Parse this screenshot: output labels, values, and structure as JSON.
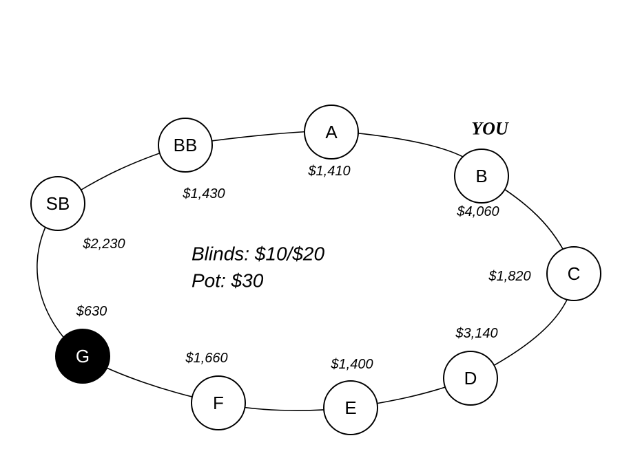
{
  "table": {
    "blinds_text": "Blinds: $10/$20",
    "pot_text": "Pot: $30",
    "you_label": "YOU"
  },
  "seats": [
    {
      "id": "A",
      "label": "A",
      "stack": "$1,410"
    },
    {
      "id": "B",
      "label": "B",
      "stack": "$4,060"
    },
    {
      "id": "C",
      "label": "C",
      "stack": "$1,820"
    },
    {
      "id": "D",
      "label": "D",
      "stack": "$3,140"
    },
    {
      "id": "E",
      "label": "E",
      "stack": "$1,400"
    },
    {
      "id": "F",
      "label": "F",
      "stack": "$1,660"
    },
    {
      "id": "G",
      "label": "G",
      "stack": "$630"
    },
    {
      "id": "SB",
      "label": "SB",
      "stack": "$2,230"
    },
    {
      "id": "BB",
      "label": "BB",
      "stack": "$1,430"
    }
  ],
  "colors": {
    "line": "#000000",
    "background": "#ffffff",
    "dealer_seat_fill": "#000000",
    "dealer_seat_text": "#ffffff"
  }
}
